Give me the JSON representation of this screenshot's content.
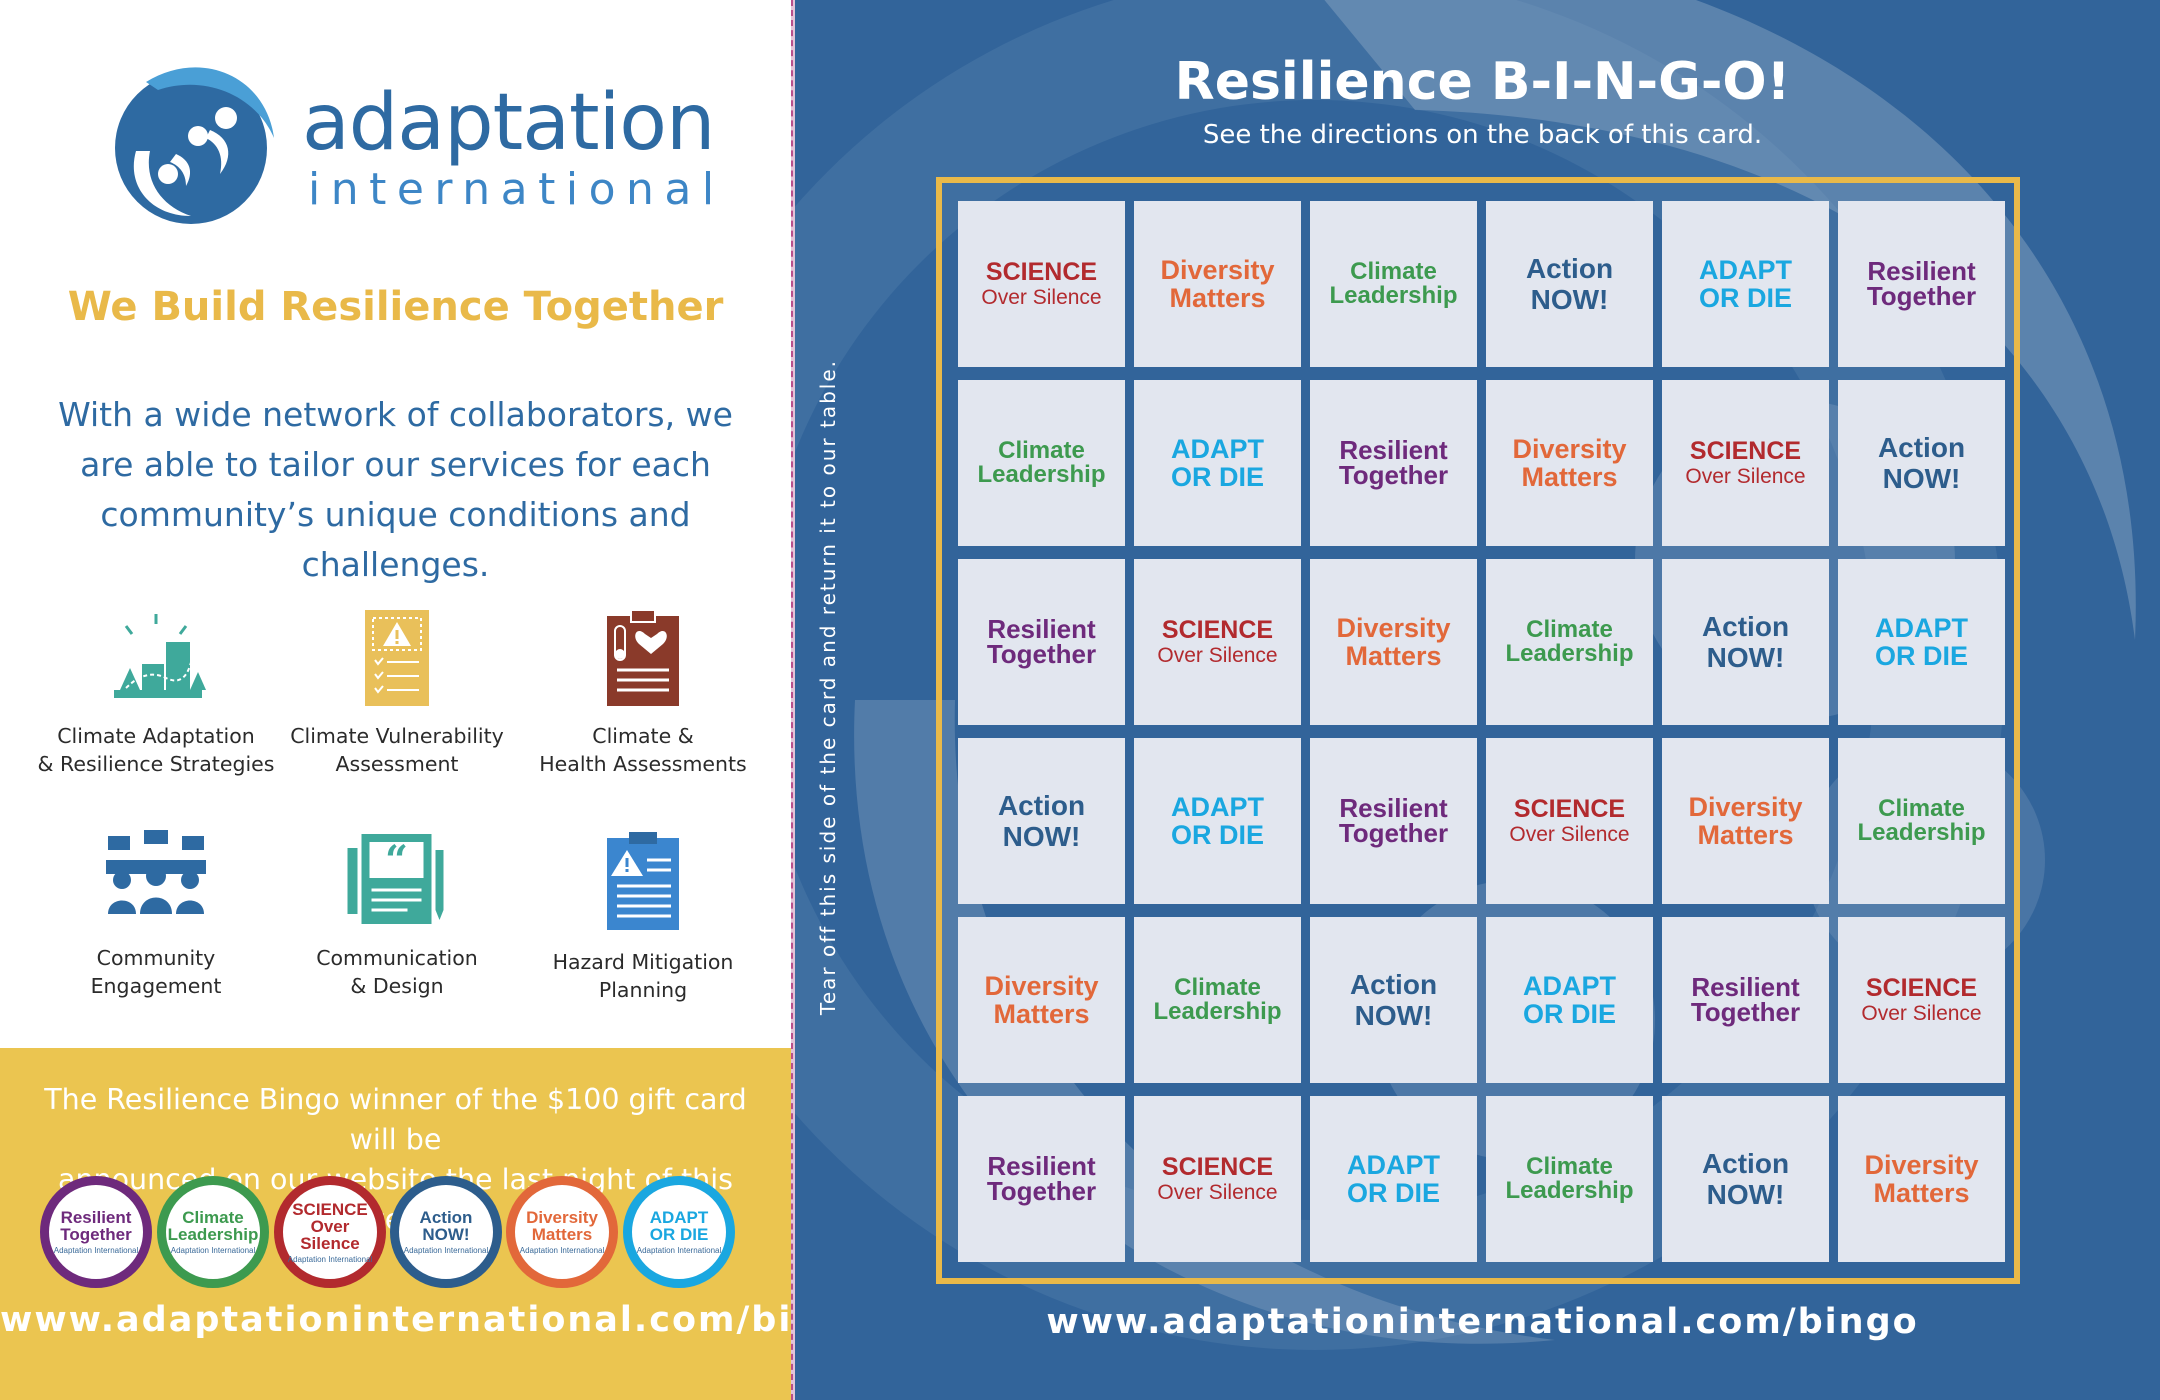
{
  "brand": {
    "name_line1": "adaptation",
    "name_line2": "international"
  },
  "left": {
    "tagline": "We Build Resilience Together",
    "intro": "With a wide network of collaborators, we are able to tailor our services for each community’s unique conditions and challenges.",
    "services": [
      {
        "icon": "landscape-map-icon",
        "line1": "Climate Adaptation",
        "line2": "& Resilience Strategies"
      },
      {
        "icon": "warning-document-icon",
        "line1": "Climate Vulnerability",
        "line2": "Assessment"
      },
      {
        "icon": "health-clipboard-icon",
        "line1": "Climate &",
        "line2": "Health Assessments"
      },
      {
        "icon": "community-speech-icon",
        "line1": "Community",
        "line2": "Engagement"
      },
      {
        "icon": "quote-design-icon",
        "line1": "Communication",
        "line2": "& Design"
      },
      {
        "icon": "hazard-clipboard-icon",
        "line1": "Hazard Mitigation",
        "line2": "Planning"
      }
    ],
    "promo_line1": "The Resilience Bingo winner of the $100 gift card will be",
    "promo_line2": "announced on our website the last night of this event.",
    "badges": [
      {
        "line1": "Resilient",
        "line2": "Together",
        "small": "Adaptation International",
        "color": "#6e2a7c"
      },
      {
        "line1": "Climate",
        "line2": "Leadership",
        "small": "Adaptation International",
        "color": "#3d9a4f"
      },
      {
        "line1": "SCIENCE",
        "line2": "Over Silence",
        "small": "Adaptation International",
        "color": "#b22a2e"
      },
      {
        "line1": "Action",
        "line2": "NOW!",
        "small": "Adaptation International",
        "color": "#2d5d8c"
      },
      {
        "line1": "Diversity",
        "line2": "Matters",
        "small": "Adaptation International",
        "color": "#e2683a"
      },
      {
        "line1": "ADAPT",
        "line2": "OR DIE",
        "small": "Adaptation International",
        "color": "#1aa7e0"
      }
    ],
    "url": "www.adaptationinternational.com/bingo"
  },
  "right": {
    "title": "Resilience B-I-N-G-O!",
    "subtitle": "See the directions on the back of this card.",
    "tear_note": "Tear off this side of the card and return it to our table.",
    "url": "www.adaptationinternational.com/bingo",
    "phrases": {
      "science": [
        "SCIENCE",
        "Over Silence"
      ],
      "diversity": [
        "Diversity",
        "Matters"
      ],
      "climate": [
        "Climate",
        "Leadership"
      ],
      "action": [
        "Action",
        "NOW!"
      ],
      "adapt": [
        "ADAPT",
        "OR DIE"
      ],
      "resilient": [
        "Resilient",
        "Together"
      ]
    },
    "grid": [
      [
        "science",
        "diversity",
        "climate",
        "action",
        "adapt",
        "resilient"
      ],
      [
        "climate",
        "adapt",
        "resilient",
        "diversity",
        "science",
        "action"
      ],
      [
        "resilient",
        "science",
        "diversity",
        "climate",
        "action",
        "adapt"
      ],
      [
        "action",
        "adapt",
        "resilient",
        "science",
        "diversity",
        "climate"
      ],
      [
        "diversity",
        "climate",
        "action",
        "adapt",
        "resilient",
        "science"
      ],
      [
        "resilient",
        "science",
        "adapt",
        "climate",
        "action",
        "diversity"
      ]
    ]
  },
  "colors": {
    "brand_blue": "#2e6aa2",
    "gold": "#e9b949",
    "panel_blue": "#32649a"
  }
}
